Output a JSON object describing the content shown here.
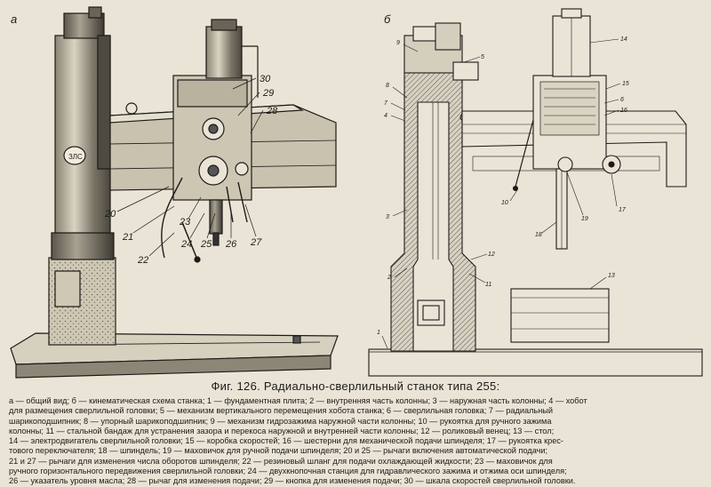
{
  "figure": {
    "panel_a_label": "а",
    "panel_b_label": "б",
    "labels_a": [
      "30",
      "29",
      "28",
      "20",
      "21",
      "22",
      "23",
      "24",
      "25",
      "26",
      "27"
    ],
    "labels_b": [
      "9",
      "5",
      "8",
      "7",
      "4",
      "3",
      "10",
      "2",
      "1",
      "14",
      "15",
      "6",
      "16",
      "17",
      "19",
      "18",
      "12",
      "11",
      "13"
    ]
  },
  "caption": {
    "title": "Фиг. 126. Радиально-сверлильный станок типа 255:",
    "legend": [
      "а — общий вид; б — кинематическая схема станка; 1 — фундаментная плита; 2 — внутренняя часть колонны; 3 — наружная часть колонны; 4 — хобот",
      "для размещения сверлильной головки; 5 — механизм вертикального перемещения хобота станка; 6 — сверлильная головка; 7 — радиальный",
      "шарикоподшипник; 8 — упорный шарикоподшипник; 9 — механизм гидрозажима наружной части колонны; 10 — рукоятка для ручного зажима",
      "колонны; 11 — стальной бандаж для устранения зазора и перекоса наружной и внутренней части колонны; 12 — роликовый венец; 13 — стол;",
      "14 — электродвигатель сверлильной головки; 15 — коробка скоростей; 16 — шестерни для механической подачи шпинделя; 17 — рукоятка крес-",
      "тового переключателя; 18 — шпиндель; 19 — маховичок для ручной подачи шпинделя; 20 и 25 — рычаги включения автоматической подачи;",
      "21 и 27 — рычаги для изменения числа оборотов шпинделя; 22 — резиновый шланг для подачи охлаждающей жидкости; 23 — маховичок для",
      "ручного горизонтального передвижения сверлильной головки; 24 — двухкнопочная станция для гидравлического зажима и отжима оси шпинделя;",
      "26 — указатель уровня масла; 28 — рычаг для изменения подачи; 29 — кнопка для изменения подачи; 30 — шкала скоростей сверлильной головки."
    ]
  }
}
